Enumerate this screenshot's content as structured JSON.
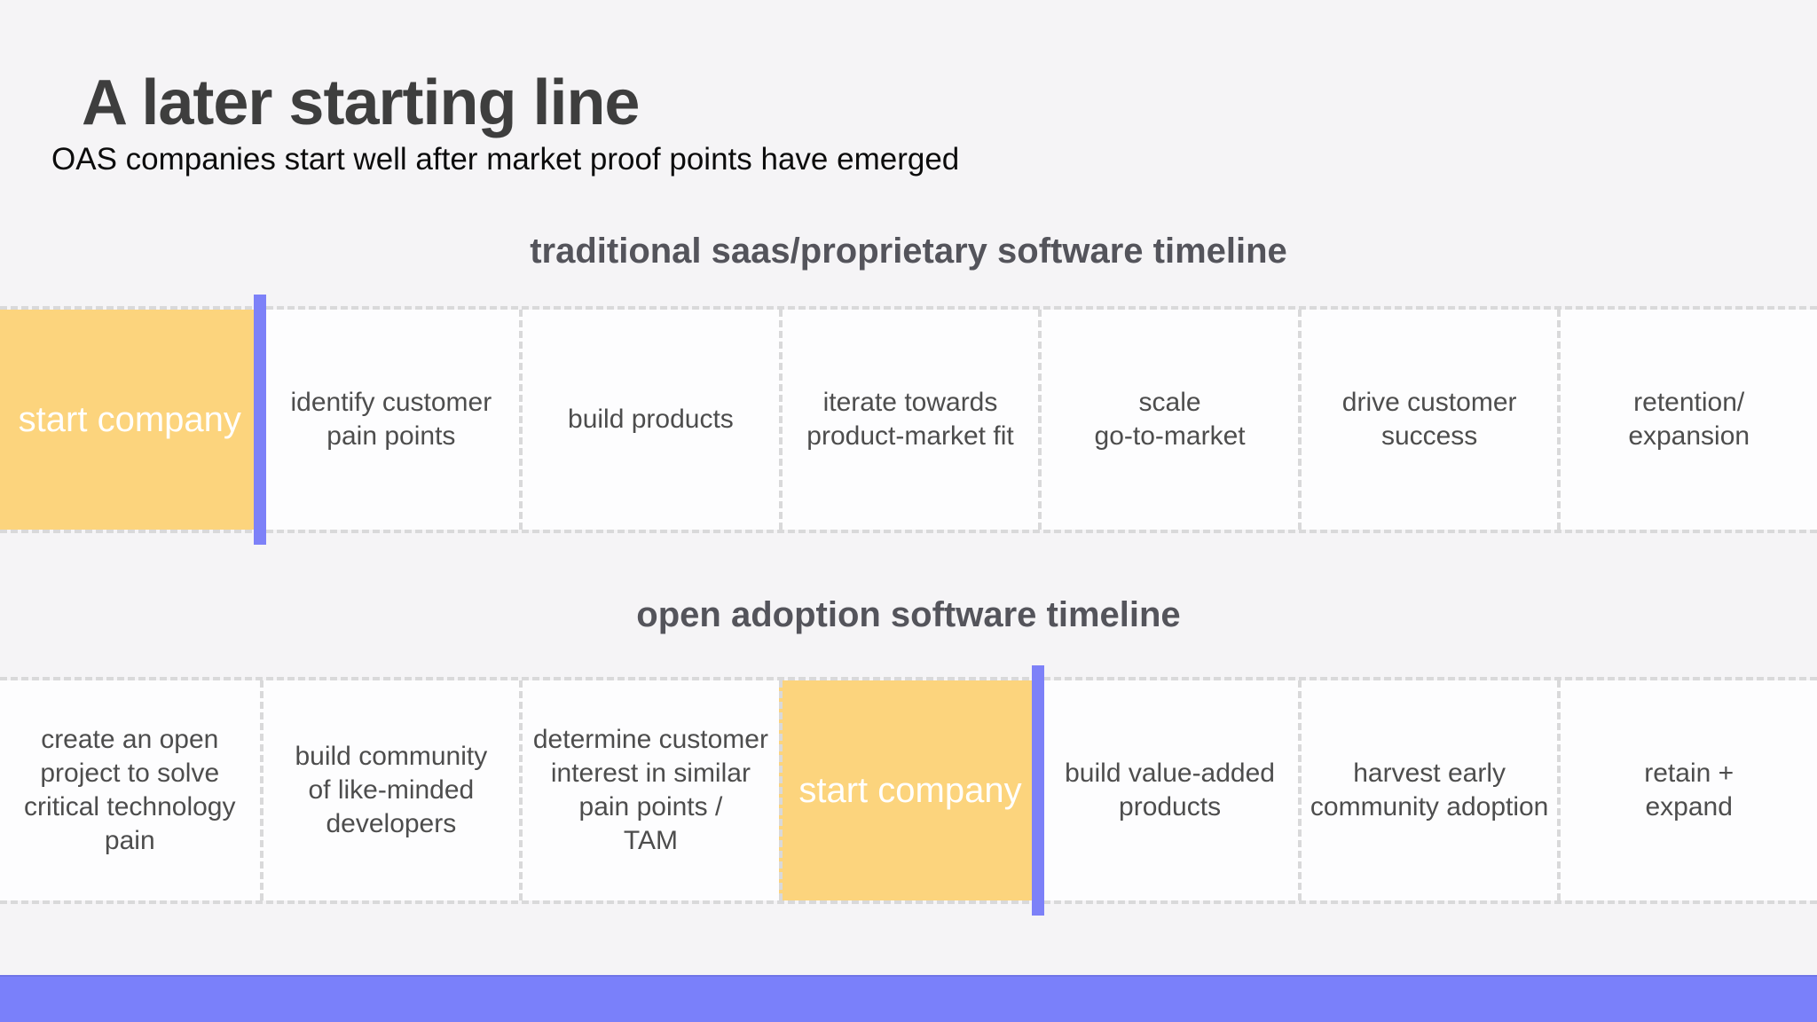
{
  "slide": {
    "title": "A later starting line",
    "subtitle": "OAS companies start well after market proof points have emerged"
  },
  "timelines": [
    {
      "heading": "traditional saas/proprietary software timeline",
      "cells": [
        {
          "label": "start company",
          "highlight": true
        },
        {
          "label": "identify customer\npain points",
          "highlight": false
        },
        {
          "label": "build products",
          "highlight": false
        },
        {
          "label": "iterate towards\nproduct-market fit",
          "highlight": false
        },
        {
          "label": "scale\ngo-to-market",
          "highlight": false
        },
        {
          "label": "drive customer\nsuccess",
          "highlight": false
        },
        {
          "label": "retention/\nexpansion",
          "highlight": false
        }
      ]
    },
    {
      "heading": "open adoption software timeline",
      "cells": [
        {
          "label": "create an open\nproject to solve\ncritical technology\npain",
          "highlight": false
        },
        {
          "label": "build community\nof like-minded\ndevelopers",
          "highlight": false
        },
        {
          "label": "determine customer\ninterest in similar\npain points /\nTAM",
          "highlight": false
        },
        {
          "label": "start company",
          "highlight": true
        },
        {
          "label": "build value-added\nproducts",
          "highlight": false
        },
        {
          "label": "harvest early\ncommunity adoption",
          "highlight": false
        },
        {
          "label": "retain +\nexpand",
          "highlight": false
        }
      ]
    }
  ],
  "colors": {
    "page_bg": "#f5f4f6",
    "cell_bg": "#fdfdfe",
    "dash": "#d9d9da",
    "highlight_yellow": "#fcd47d",
    "accent_purple": "#7d81f8",
    "footer_purple": "#7a80fa",
    "title_text": "#3e3e3e",
    "subtitle_text": "#0c0c0c",
    "heading_text": "#54545b",
    "cell_text": "#4d4d4d",
    "highlight_text": "#ffffff"
  }
}
